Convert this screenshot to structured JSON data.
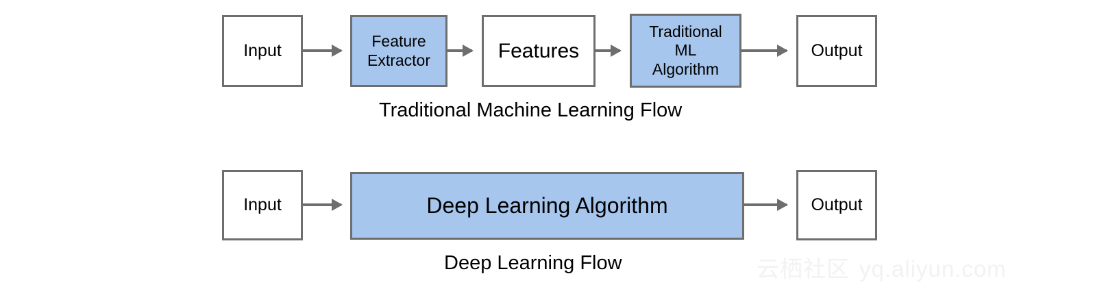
{
  "diagram": {
    "colors": {
      "box_fill_highlight": "#a6c6ee",
      "box_fill_plain": "#ffffff",
      "box_stroke": "#6e6e6e",
      "arrow": "#6e6e6e",
      "text": "#000000",
      "watermark": "#f2f2f2"
    },
    "flows": [
      {
        "id": "traditional-ml",
        "caption": "Traditional Machine Learning Flow",
        "nodes": [
          {
            "id": "input-1",
            "label": "Input",
            "highlighted": false
          },
          {
            "id": "feature-ext",
            "label": "Feature\nExtractor",
            "highlighted": true
          },
          {
            "id": "features",
            "label": "Features",
            "highlighted": false
          },
          {
            "id": "trad-ml",
            "label": "Traditional\nML\nAlgorithm",
            "highlighted": true
          },
          {
            "id": "output-1",
            "label": "Output",
            "highlighted": false
          }
        ],
        "arrow_count": 4
      },
      {
        "id": "deep-learning",
        "caption": "Deep Learning Flow",
        "nodes": [
          {
            "id": "input-2",
            "label": "Input",
            "highlighted": false
          },
          {
            "id": "dl-algo",
            "label": "Deep Learning Algorithm",
            "highlighted": true
          },
          {
            "id": "output-2",
            "label": "Output",
            "highlighted": false
          }
        ],
        "arrow_count": 2
      }
    ]
  },
  "watermark": {
    "site_cn": "云栖社区",
    "site_url": "yq.aliyun.com"
  }
}
